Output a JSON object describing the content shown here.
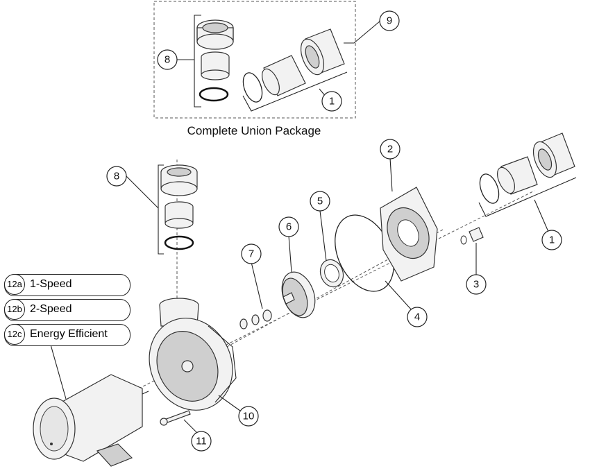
{
  "union_package": {
    "caption": "Complete Union Package",
    "callouts": [
      "8",
      "9",
      "1"
    ]
  },
  "parts": {
    "callouts": [
      "8",
      "7",
      "6",
      "5",
      "2",
      "4",
      "3",
      "1",
      "10",
      "11"
    ]
  },
  "motor_options": [
    {
      "code": "12a",
      "label": "1-Speed"
    },
    {
      "code": "12b",
      "label": "2-Speed"
    },
    {
      "code": "12c",
      "label": "Energy Efficient"
    }
  ]
}
